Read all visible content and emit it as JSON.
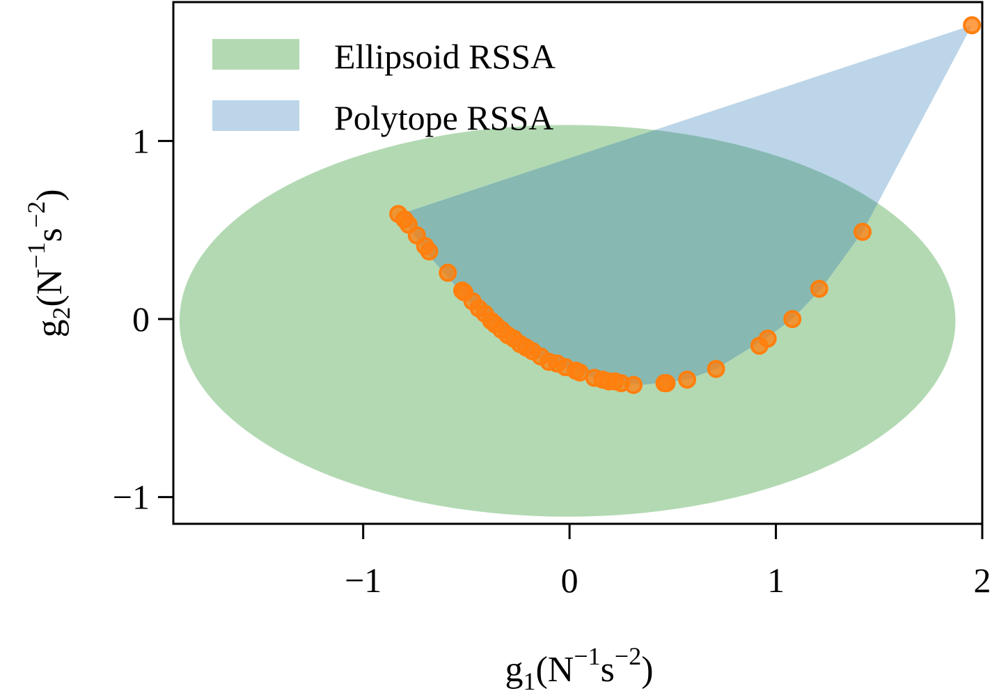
{
  "chart_data": {
    "type": "scatter",
    "title": "",
    "xlabel": {
      "base": "g",
      "sub": "1",
      "unit_open": "(N",
      "exp1": "−1",
      "unit_mid": "s",
      "exp2": "−2",
      "unit_close": ")"
    },
    "ylabel": {
      "base": "g",
      "sub": "2",
      "unit_open": "(N",
      "exp1": "−1",
      "unit_mid": "s",
      "exp2": "−2",
      "unit_close": ")"
    },
    "xlim": [
      -1.92,
      2.0
    ],
    "ylim": [
      -1.15,
      1.78
    ],
    "x_ticks": [
      {
        "value": -1,
        "label": "−1"
      },
      {
        "value": 0,
        "label": "0"
      },
      {
        "value": 1,
        "label": "1"
      },
      {
        "value": 2,
        "label": "2"
      }
    ],
    "y_ticks": [
      {
        "value": -1,
        "label": "−1"
      },
      {
        "value": 0,
        "label": "0"
      },
      {
        "value": 1,
        "label": "1"
      }
    ],
    "grid": false,
    "legend_position": "top-left",
    "legend": [
      {
        "label": "Ellipsoid RSSA",
        "color": "#b3d9b3"
      },
      {
        "label": "Polytope RSSA",
        "color": "#bcd5e8"
      }
    ],
    "ellipse": {
      "name": "Ellipsoid RSSA",
      "center": [
        -0.01,
        -0.01
      ],
      "rx": 1.88,
      "ry": 1.1,
      "color": "#b3d9b3"
    },
    "polytope": {
      "name": "Polytope RSSA",
      "color": "#bcd5e8",
      "overlap_color": "#87b9b2",
      "vertices": [
        [
          -0.82,
          0.59
        ],
        [
          1.95,
          1.65
        ],
        [
          1.42,
          0.49
        ],
        [
          1.22,
          0.17
        ],
        [
          1.08,
          0.0
        ],
        [
          0.95,
          -0.11
        ],
        [
          0.71,
          -0.28
        ],
        [
          0.57,
          -0.34
        ],
        [
          0.35,
          -0.37
        ],
        [
          0.12,
          -0.33
        ],
        [
          -0.2,
          -0.2
        ],
        [
          -0.45,
          0.05
        ],
        [
          -0.7,
          0.38
        ],
        [
          -0.78,
          0.52
        ]
      ]
    },
    "series": [
      {
        "color": "#ff7f0e",
        "points": [
          [
            1.95,
            1.65
          ],
          [
            1.42,
            0.49
          ],
          [
            1.21,
            0.17
          ],
          [
            1.08,
            0.0
          ],
          [
            0.96,
            -0.11
          ],
          [
            0.92,
            -0.15
          ],
          [
            0.71,
            -0.28
          ],
          [
            0.57,
            -0.34
          ],
          [
            0.47,
            -0.36
          ],
          [
            0.46,
            -0.36
          ],
          [
            0.31,
            -0.37
          ],
          [
            0.25,
            -0.36
          ],
          [
            0.22,
            -0.35
          ],
          [
            0.19,
            -0.35
          ],
          [
            0.16,
            -0.34
          ],
          [
            0.12,
            -0.33
          ],
          [
            0.05,
            -0.3
          ],
          [
            0.03,
            -0.29
          ],
          [
            -0.02,
            -0.27
          ],
          [
            -0.06,
            -0.25
          ],
          [
            -0.1,
            -0.24
          ],
          [
            -0.14,
            -0.21
          ],
          [
            -0.18,
            -0.18
          ],
          [
            -0.21,
            -0.16
          ],
          [
            -0.24,
            -0.14
          ],
          [
            -0.27,
            -0.11
          ],
          [
            -0.3,
            -0.09
          ],
          [
            -0.33,
            -0.06
          ],
          [
            -0.36,
            -0.03
          ],
          [
            -0.38,
            -0.01
          ],
          [
            -0.41,
            0.03
          ],
          [
            -0.44,
            0.06
          ],
          [
            -0.47,
            0.1
          ],
          [
            -0.51,
            0.15
          ],
          [
            -0.52,
            0.16
          ],
          [
            -0.59,
            0.26
          ],
          [
            -0.68,
            0.38
          ],
          [
            -0.7,
            0.41
          ],
          [
            -0.74,
            0.47
          ],
          [
            -0.78,
            0.53
          ],
          [
            -0.8,
            0.56
          ],
          [
            -0.83,
            0.59
          ]
        ]
      }
    ]
  }
}
